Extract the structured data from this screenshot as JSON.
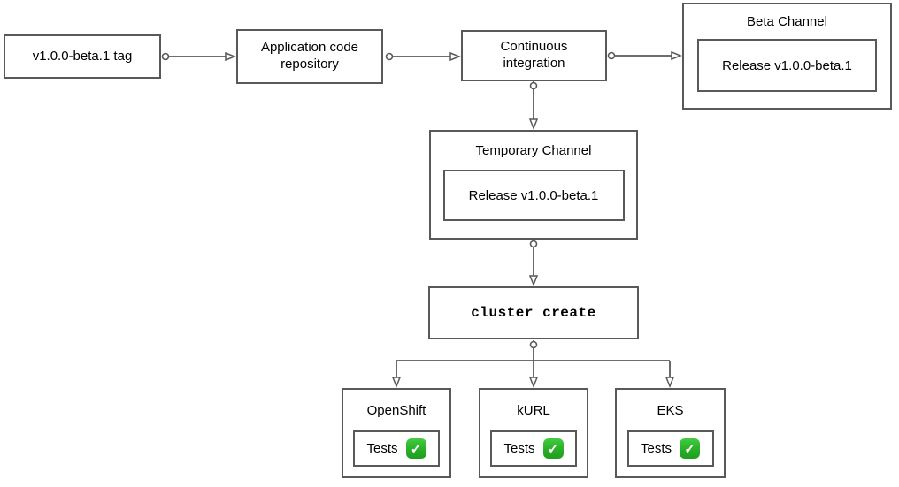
{
  "diagram": {
    "background_color": "#ffffff",
    "stroke_color": "#595959",
    "text_color": "#000000",
    "check_green_color": "#2bae28",
    "nodes": {
      "tag": {
        "label": "v1.0.0-beta.1 tag"
      },
      "app_repo": {
        "label": "Application code repository"
      },
      "ci": {
        "label": "Continuous integration"
      },
      "beta_channel": {
        "title": "Beta Channel",
        "release_label": "Release v1.0.0-beta.1"
      },
      "temp_channel": {
        "title": "Temporary Channel",
        "release_label": "Release v1.0.0-beta.1"
      },
      "cluster_create": {
        "label": "cluster create"
      }
    },
    "platforms": [
      {
        "title": "OpenShift",
        "tests_label": "Tests",
        "status_icon": "check-mark-icon"
      },
      {
        "title": "kURL",
        "tests_label": "Tests",
        "status_icon": "check-mark-icon"
      },
      {
        "title": "EKS",
        "tests_label": "Tests",
        "status_icon": "check-mark-icon"
      }
    ],
    "icons": {
      "check_glyph": "✓"
    }
  }
}
